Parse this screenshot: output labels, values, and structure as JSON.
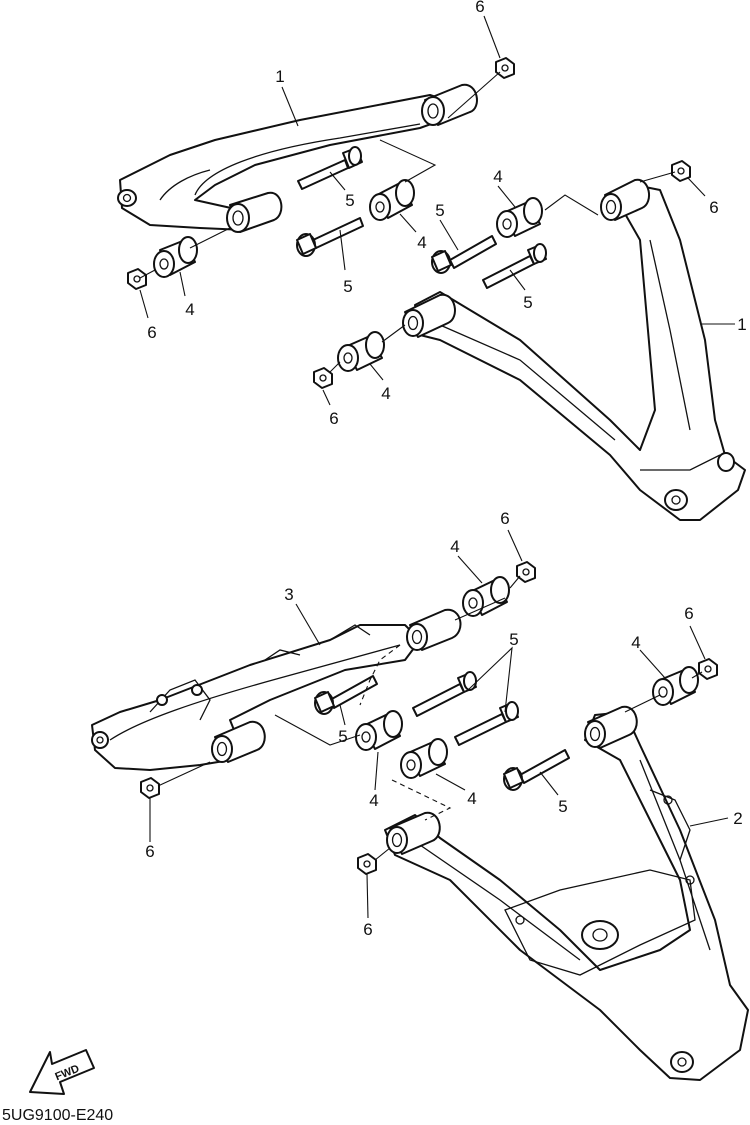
{
  "diagram": {
    "drawing_code": "5UG9100-E240",
    "direction_label": "FWD",
    "callouts": {
      "c1a": "1",
      "c1b": "1",
      "c2": "2",
      "c3": "3",
      "c4a": "4",
      "c4b": "4",
      "c4c": "4",
      "c4d": "4",
      "c4e": "4",
      "c4f": "4",
      "c4g": "4",
      "c4h": "4",
      "c5a": "5",
      "c5b": "5",
      "c5c": "5",
      "c5d": "5",
      "c5e": "5",
      "c5f": "5",
      "c6a": "6",
      "c6b": "6",
      "c6c": "6",
      "c6d": "6",
      "c6e": "6",
      "c6f": "6",
      "c6g": "6",
      "c6h": "6"
    }
  }
}
